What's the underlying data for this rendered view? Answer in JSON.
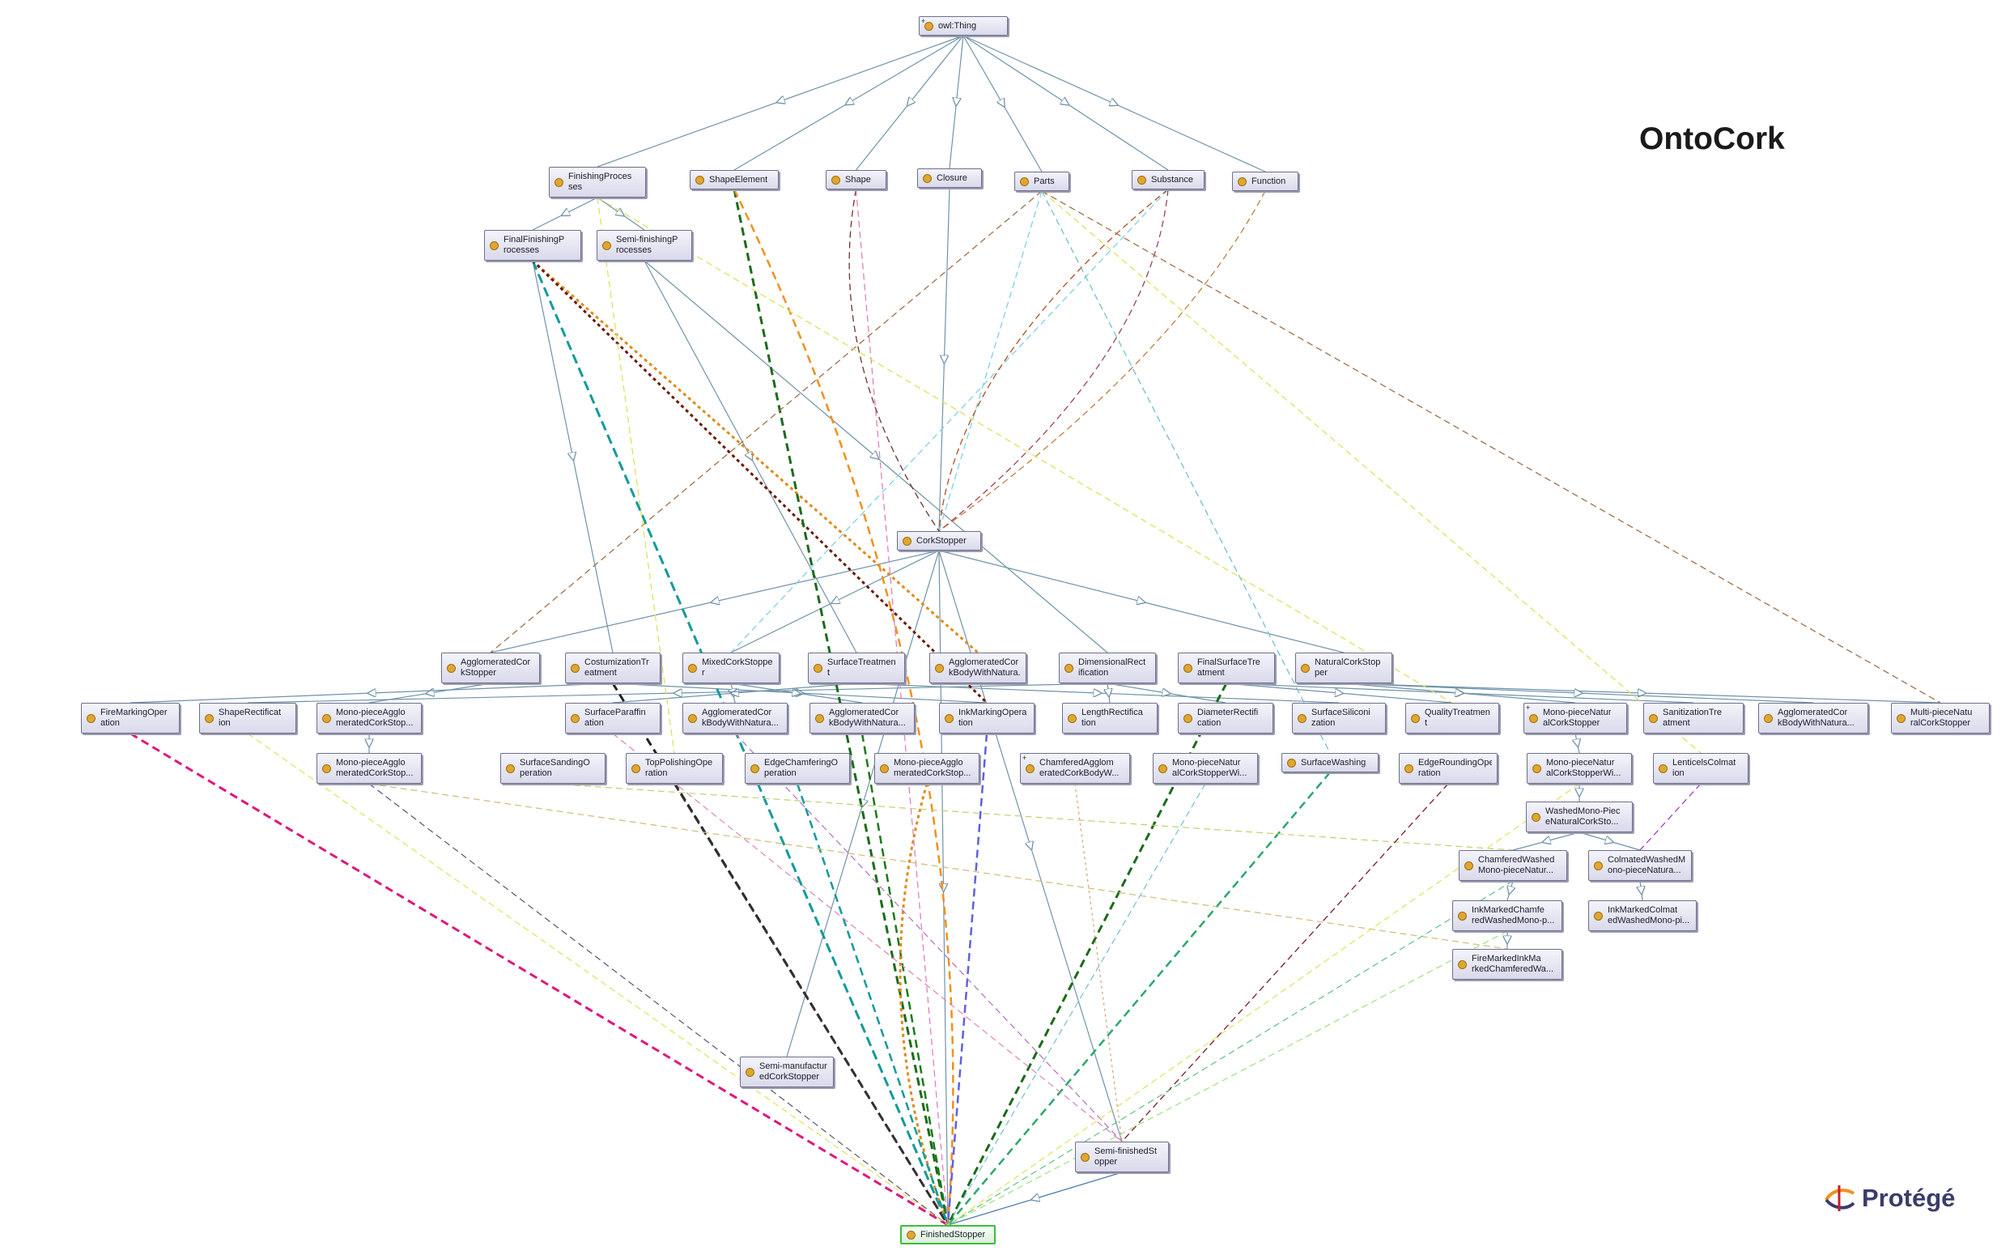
{
  "title": "OntoCork",
  "brand": {
    "name": "Protégé",
    "icon": "protege-logo-icon"
  },
  "colors": {
    "node_fill": "#e3e3f0",
    "node_border": "#6e6e8c",
    "node_dot": "#e0a72e",
    "edge_default": "#6f93a8",
    "finished_border": "#3bbf3b"
  },
  "nodes": [
    {
      "id": "owl_thing",
      "label": "owl:Thing",
      "plus": "+"
    },
    {
      "id": "finishing_processes",
      "label": "FinishingProces\nses"
    },
    {
      "id": "shape_element",
      "label": "ShapeElement"
    },
    {
      "id": "shape",
      "label": "Shape"
    },
    {
      "id": "closure",
      "label": "Closure"
    },
    {
      "id": "parts",
      "label": "Parts"
    },
    {
      "id": "substance",
      "label": "Substance"
    },
    {
      "id": "function",
      "label": "Function"
    },
    {
      "id": "final_finishing",
      "label": "FinalFinishingP\nrocesses"
    },
    {
      "id": "semi_finishing",
      "label": "Semi-finishingP\nrocesses"
    },
    {
      "id": "cork_stopper",
      "label": "CorkStopper"
    },
    {
      "id": "agglomerated_cork_stopper",
      "label": "AgglomeratedCor\nkStopper"
    },
    {
      "id": "costumization",
      "label": "CostumizationTr\neatment"
    },
    {
      "id": "mixed_cork",
      "label": "MixedCorkStoppe\nr"
    },
    {
      "id": "surface_treatment",
      "label": "SurfaceTreatmen\nt"
    },
    {
      "id": "agglo_body_1",
      "label": "AgglomeratedCor\nkBodyWithNatura..."
    },
    {
      "id": "dimensional_rect",
      "label": "DimensionalRect\nification"
    },
    {
      "id": "final_surface",
      "label": "FinalSurfaceTre\natment"
    },
    {
      "id": "natural_cork",
      "label": "NaturalCorkStop\nper"
    },
    {
      "id": "fire_marking",
      "label": "FireMarkingOper\nation"
    },
    {
      "id": "shape_rect",
      "label": "ShapeRectificat\nion"
    },
    {
      "id": "mono_agglo_1",
      "label": "Mono-pieceAgglo\nmeratedCorkStop..."
    },
    {
      "id": "surface_paraffin",
      "label": "SurfaceParaffin\nation"
    },
    {
      "id": "agglo_body_2",
      "label": "AgglomeratedCor\nkBodyWithNatura..."
    },
    {
      "id": "agglo_body_3",
      "label": "AgglomeratedCor\nkBodyWithNatura..."
    },
    {
      "id": "ink_marking",
      "label": "InkMarkingOpera\ntion"
    },
    {
      "id": "length_rect",
      "label": "LengthRectifica\ntion"
    },
    {
      "id": "diameter_rect",
      "label": "DiameterRectifi\ncation"
    },
    {
      "id": "surface_silicon",
      "label": "SurfaceSiliconi\nzation"
    },
    {
      "id": "quality_treatment",
      "label": "QualityTreatmen\nt"
    },
    {
      "id": "mono_natural_1",
      "label": "Mono-pieceNatur\nalCorkStopper",
      "plus": "+"
    },
    {
      "id": "sanitization",
      "label": "SanitizationTre\natment"
    },
    {
      "id": "agglo_body_4",
      "label": "AgglomeratedCor\nkBodyWithNatura..."
    },
    {
      "id": "multi_piece",
      "label": "Multi-pieceNatu\nralCorkStopper"
    },
    {
      "id": "mono_agglo_2",
      "label": "Mono-pieceAgglo\nmeratedCorkStop..."
    },
    {
      "id": "surface_sanding",
      "label": "SurfaceSandingO\nperation"
    },
    {
      "id": "top_polishing",
      "label": "TopPolishingOpe\nration"
    },
    {
      "id": "edge_chamfering",
      "label": "EdgeChamferingO\nperation"
    },
    {
      "id": "mono_agglo_3",
      "label": "Mono-pieceAgglo\nmeratedCorkStop..."
    },
    {
      "id": "chamfered_agglo",
      "label": "ChamferedAgglom\neratedCorkBodyW...",
      "plus": "+"
    },
    {
      "id": "mono_natural_2",
      "label": "Mono-pieceNatur\nalCorkStopperWi..."
    },
    {
      "id": "surface_washing",
      "label": "SurfaceWashing"
    },
    {
      "id": "edge_rounding",
      "label": "EdgeRoundingOpe\nration"
    },
    {
      "id": "mono_natural_3",
      "label": "Mono-pieceNatur\nalCorkStopperWi..."
    },
    {
      "id": "lenticels",
      "label": "LenticelsColmat\nion"
    },
    {
      "id": "washed_mono",
      "label": "WashedMono-Piec\neNaturalCorkSto..."
    },
    {
      "id": "chamfered_washed",
      "label": "ChamferedWashed\nMono-pieceNatur..."
    },
    {
      "id": "colmated_washed",
      "label": "ColmatedWashedM\nono-pieceNatura..."
    },
    {
      "id": "ink_marked_chamf",
      "label": "InkMarkedChamfe\nredWashedMono-p..."
    },
    {
      "id": "ink_marked_colmat",
      "label": "InkMarkedColmat\nedWashedMono-pi..."
    },
    {
      "id": "fire_marked",
      "label": "FireMarkedInkMa\nrkedChamferedWa..."
    },
    {
      "id": "semi_manufactured",
      "label": "Semi-manufactur\nedCorkStopper"
    },
    {
      "id": "semi_finished",
      "label": "Semi-finishedSt\nopper"
    },
    {
      "id": "finished_stopper",
      "label": "FinishedStopper"
    }
  ],
  "edges": [
    {
      "from": "owl_thing",
      "to": "finishing_processes",
      "color": "#6f93a8"
    },
    {
      "from": "owl_thing",
      "to": "shape_element",
      "color": "#6f93a8"
    },
    {
      "from": "owl_thing",
      "to": "shape",
      "color": "#6f93a8"
    },
    {
      "from": "owl_thing",
      "to": "closure",
      "color": "#6f93a8"
    },
    {
      "from": "owl_thing",
      "to": "parts",
      "color": "#6f93a8"
    },
    {
      "from": "owl_thing",
      "to": "substance",
      "color": "#6f93a8"
    },
    {
      "from": "owl_thing",
      "to": "function",
      "color": "#6f93a8"
    },
    {
      "from": "finishing_processes",
      "to": "final_finishing",
      "color": "#6f93a8"
    },
    {
      "from": "finishing_processes",
      "to": "semi_finishing",
      "color": "#6f93a8"
    },
    {
      "from": "closure",
      "to": "cork_stopper",
      "color": "#6f93a8"
    },
    {
      "from": "final_finishing",
      "to": "costumization",
      "color": "#6f93a8"
    },
    {
      "from": "semi_finishing",
      "to": "dimensional_rect",
      "color": "#6f93a8"
    },
    {
      "from": "semi_finishing",
      "to": "surface_treatment",
      "color": "#6f93a8"
    },
    {
      "from": "cork_stopper",
      "to": "agglomerated_cork_stopper",
      "color": "#6f93a8"
    },
    {
      "from": "cork_stopper",
      "to": "mixed_cork",
      "color": "#6f93a8"
    },
    {
      "from": "cork_stopper",
      "to": "natural_cork",
      "color": "#6f93a8"
    },
    {
      "from": "cork_stopper",
      "to": "semi_manufactured",
      "color": "#6f93a8"
    },
    {
      "from": "cork_stopper",
      "to": "semi_finished",
      "color": "#6f93a8"
    },
    {
      "from": "cork_stopper",
      "to": "finished_stopper",
      "color": "#6f93a8"
    },
    {
      "from": "agglomerated_cork_stopper",
      "to": "mono_agglo_1",
      "color": "#6f93a8"
    },
    {
      "from": "costumization",
      "to": "fire_marking",
      "color": "#6f93a8"
    },
    {
      "from": "costumization",
      "to": "ink_marking",
      "color": "#6f93a8"
    },
    {
      "from": "mixed_cork",
      "to": "agglo_body_2",
      "color": "#6f93a8"
    },
    {
      "from": "mixed_cork",
      "to": "agglo_body_3",
      "color": "#6f93a8"
    },
    {
      "from": "surface_treatment",
      "to": "surface_paraffin",
      "color": "#6f93a8"
    },
    {
      "from": "surface_treatment",
      "to": "surface_silicon",
      "color": "#6f93a8"
    },
    {
      "from": "dimensional_rect",
      "to": "length_rect",
      "color": "#6f93a8"
    },
    {
      "from": "dimensional_rect",
      "to": "diameter_rect",
      "color": "#6f93a8"
    },
    {
      "from": "dimensional_rect",
      "to": "shape_rect",
      "color": "#6f93a8"
    },
    {
      "from": "final_surface",
      "to": "quality_treatment",
      "color": "#6f93a8"
    },
    {
      "from": "final_surface",
      "to": "sanitization",
      "color": "#6f93a8"
    },
    {
      "from": "natural_cork",
      "to": "mono_natural_1",
      "color": "#6f93a8"
    },
    {
      "from": "natural_cork",
      "to": "multi_piece",
      "color": "#6f93a8"
    },
    {
      "from": "natural_cork",
      "to": "agglo_body_4",
      "color": "#6f93a8"
    },
    {
      "from": "mono_agglo_1",
      "to": "mono_agglo_2",
      "color": "#6f93a8"
    },
    {
      "from": "mono_natural_1",
      "to": "mono_natural_3",
      "color": "#6f93a8"
    },
    {
      "from": "mono_natural_3",
      "to": "washed_mono",
      "color": "#6f93a8"
    },
    {
      "from": "washed_mono",
      "to": "chamfered_washed",
      "color": "#6f93a8"
    },
    {
      "from": "washed_mono",
      "to": "colmated_washed",
      "color": "#6f93a8"
    },
    {
      "from": "chamfered_washed",
      "to": "ink_marked_chamf",
      "color": "#6f93a8"
    },
    {
      "from": "colmated_washed",
      "to": "ink_marked_colmat",
      "color": "#6f93a8"
    },
    {
      "from": "ink_marked_chamf",
      "to": "fire_marked",
      "color": "#6f93a8"
    },
    {
      "from": "semi_finished",
      "to": "finished_stopper",
      "color": "#4a7ab0"
    },
    {
      "from": "fire_marking",
      "to": "finished_stopper",
      "color": "#e0177a",
      "dash": "10 6",
      "width": 3
    },
    {
      "from": "costumization",
      "to": "finished_stopper",
      "color": "#222222",
      "dash": "10 6",
      "width": 3
    },
    {
      "from": "final_finishing",
      "to": "finished_stopper",
      "color": "#109a9a",
      "dash": "12 6",
      "width": 3
    },
    {
      "from": "final_finishing",
      "to": "agglo_body_1",
      "color": "#e08a1a",
      "dash": "4 4",
      "width": 3
    },
    {
      "from": "final_finishing",
      "to": "ink_marking",
      "color": "#6b1a0a",
      "dash": "4 4",
      "width": 3
    },
    {
      "from": "shape_element",
      "to": "finished_stopper",
      "color": "#1a6b1a",
      "dash": "10 6",
      "width": 3
    },
    {
      "from": "shape_element",
      "to": "finished_stopper",
      "color": "#f0901e",
      "dash": "10 6",
      "width": 2.5,
      "curve": 60
    },
    {
      "from": "agglo_body_3",
      "to": "finished_stopper",
      "color": "#1a7a1a",
      "dash": "10 6",
      "width": 2.5
    },
    {
      "from": "final_surface",
      "to": "finished_stopper",
      "color": "#1a6b1a",
      "dash": "10 6",
      "width": 3
    },
    {
      "from": "surface_washing",
      "to": "finished_stopper",
      "color": "#2aa86a",
      "dash": "10 6",
      "width": 2.5
    },
    {
      "from": "mono_agglo_3",
      "to": "finished_stopper",
      "color": "#e08a1a",
      "dash": "4 4",
      "width": 3,
      "curve": -30
    },
    {
      "from": "ink_marking",
      "to": "finished_stopper",
      "color": "#6060e0",
      "dash": "10 6",
      "width": 2.5
    },
    {
      "from": "top_polishing",
      "to": "finished_stopper",
      "color": "#333333",
      "dash": "10 6",
      "width": 2.5
    },
    {
      "from": "edge_chamfering",
      "to": "finished_stopper",
      "color": "#109a9a",
      "dash": "10 6",
      "width": 2.5
    },
    {
      "from": "parts",
      "to": "agglomerated_cork_stopper",
      "color": "#a0704a",
      "dash": "8 5",
      "width": 1.3
    },
    {
      "from": "parts",
      "to": "cork_stopper",
      "color": "#7fd0e8",
      "dash": "8 5",
      "width": 1.3
    },
    {
      "from": "parts",
      "to": "lenticels",
      "color": "#e0e060",
      "dash": "8 5",
      "width": 1.3
    },
    {
      "from": "substance",
      "to": "cork_stopper",
      "color": "#a04060",
      "dash": "8 5",
      "width": 1.3,
      "curve": 40
    },
    {
      "from": "substance",
      "to": "mixed_cork",
      "color": "#7fd0e8",
      "dash": "8 5",
      "width": 1.3
    },
    {
      "from": "substance",
      "to": "cork_stopper",
      "color": "#b05020",
      "dash": "8 5",
      "width": 1.3,
      "curve": -40
    },
    {
      "from": "function",
      "to": "cork_stopper",
      "color": "#c08040",
      "dash": "8 5",
      "width": 1.3,
      "curve": 30
    },
    {
      "from": "parts",
      "to": "multi_piece",
      "color": "#a0704a",
      "dash": "8 5",
      "width": 1.3
    },
    {
      "from": "shape",
      "to": "cork_stopper",
      "color": "#703030",
      "dash": "8 5",
      "width": 1.3,
      "curve": -30
    },
    {
      "from": "shape",
      "to": "finished_stopper",
      "color": "#e080c0",
      "dash": "8 5",
      "width": 1.3
    },
    {
      "from": "finishing_processes",
      "to": "quality_treatment",
      "color": "#e0e060",
      "dash": "8 5",
      "width": 1.3
    },
    {
      "from": "finishing_processes",
      "to": "top_polishing",
      "color": "#e0e060",
      "dash": "8 5",
      "width": 1.3
    },
    {
      "from": "parts",
      "to": "surface_washing",
      "color": "#70c0d0",
      "dash": "8 5",
      "width": 1.3
    },
    {
      "from": "mono_agglo_2",
      "to": "fire_marked",
      "color": "#d0c080",
      "dash": "8 5",
      "width": 1.3
    },
    {
      "from": "mono_agglo_2",
      "to": "finished_stopper",
      "color": "#555577",
      "dash": "8 5",
      "width": 1.2
    },
    {
      "from": "surface_sanding",
      "to": "chamfered_washed",
      "color": "#c0d070",
      "dash": "8 5",
      "width": 1.2
    },
    {
      "from": "shape_rect",
      "to": "finished_stopper",
      "color": "#e0e060",
      "dash": "8 5",
      "width": 1.2
    },
    {
      "from": "mono_natural_2",
      "to": "finished_stopper",
      "color": "#70c0d0",
      "dash": "8 5",
      "width": 1.2
    },
    {
      "from": "edge_rounding",
      "to": "semi_finished",
      "color": "#7a1a2a",
      "dash": "8 5",
      "width": 1.3
    },
    {
      "from": "lenticels",
      "to": "colmated_washed",
      "color": "#a040c0",
      "dash": "8 5",
      "width": 1.3
    },
    {
      "from": "chamfered_washed",
      "to": "finished_stopper",
      "color": "#60c080",
      "dash": "8 5",
      "width": 1.2
    },
    {
      "from": "ink_marked_chamf",
      "to": "finished_stopper",
      "color": "#a0e080",
      "dash": "8 5",
      "width": 1.2
    },
    {
      "from": "chamfered_agglo",
      "to": "semi_finished",
      "color": "#d0a070",
      "dash": "3 4",
      "width": 1.2
    },
    {
      "from": "agglo_body_2",
      "to": "semi_finished",
      "color": "#b070c0",
      "dash": "8 5",
      "width": 1.2
    },
    {
      "from": "surface_paraffin",
      "to": "semi_finished",
      "color": "#e080c0",
      "dash": "8 5",
      "width": 1.2
    },
    {
      "from": "mono_natural_3",
      "to": "finished_stopper",
      "color": "#e0e060",
      "dash": "8 5",
      "width": 1.2
    }
  ]
}
